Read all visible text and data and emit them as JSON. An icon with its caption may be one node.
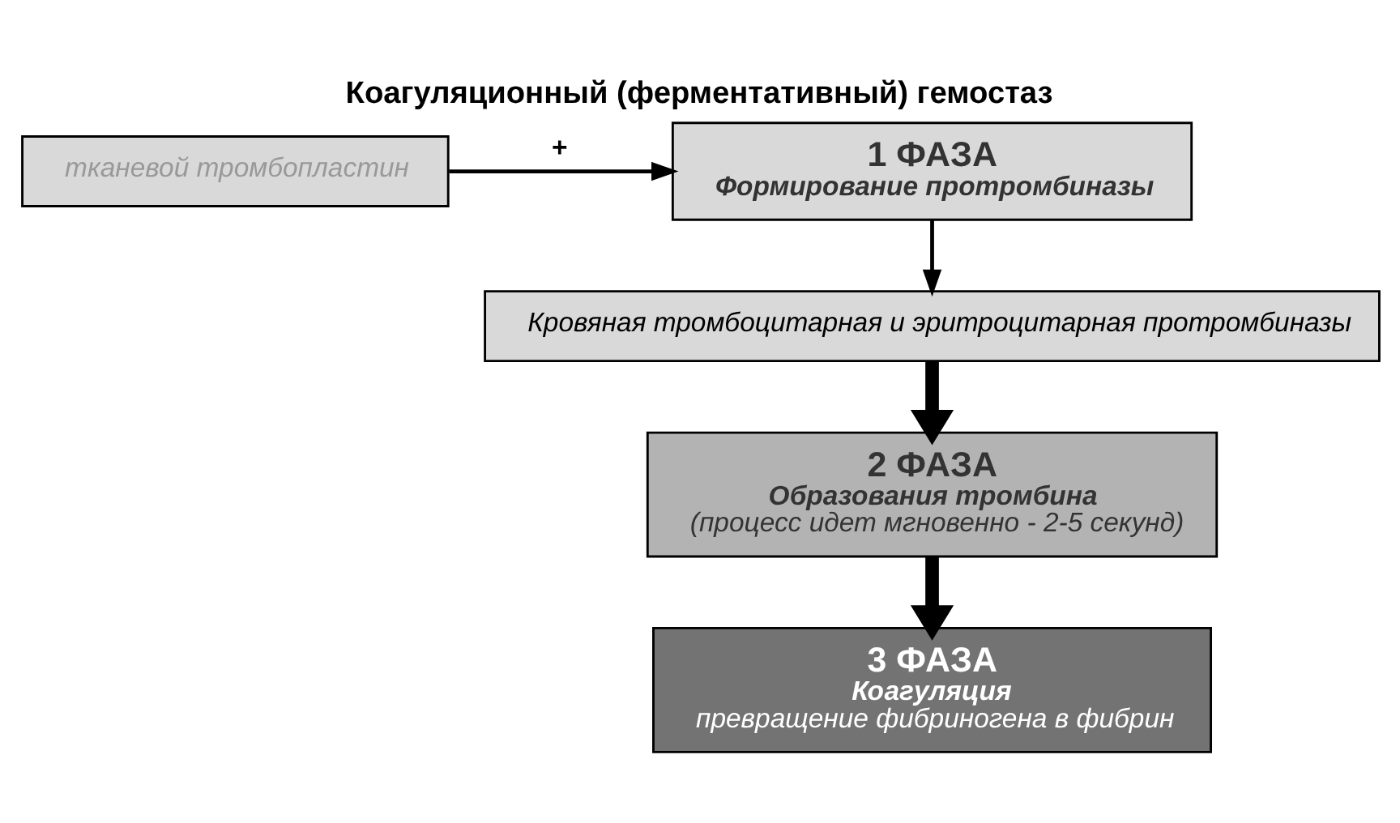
{
  "diagram": {
    "title": "Коагуляционный (ферментативный) гемостаз",
    "nodes": [
      {
        "text": [
          "1 ФАЗА",
          "Формирование протромбиназы"
        ]
      },
      {
        "text": [
          "тканевой тромбопластин"
        ]
      },
      {
        "text": [
          "Кровяная тромбоцитарная и эритроцитарная протромбиназы"
        ]
      },
      {
        "text": [
          "2 ФАЗА",
          "Образования тромбина",
          "(процесс идет мгновенно - 2-5 секунд)"
        ]
      },
      {
        "text": [
          "3 ФАЗА",
          "Коагуляция",
          "превращение фибриногена в фибрин"
        ]
      }
    ],
    "edges": [
      {
        "from": 1,
        "to": 0,
        "arrow": "to",
        "label": "+"
      },
      {
        "from": 0,
        "to": 2,
        "arrow": "to"
      },
      {
        "from": 2,
        "to": 3,
        "arrow": "to",
        "style": "thick"
      },
      {
        "from": 3,
        "to": 4,
        "arrow": "to",
        "style": "thick"
      }
    ]
  }
}
